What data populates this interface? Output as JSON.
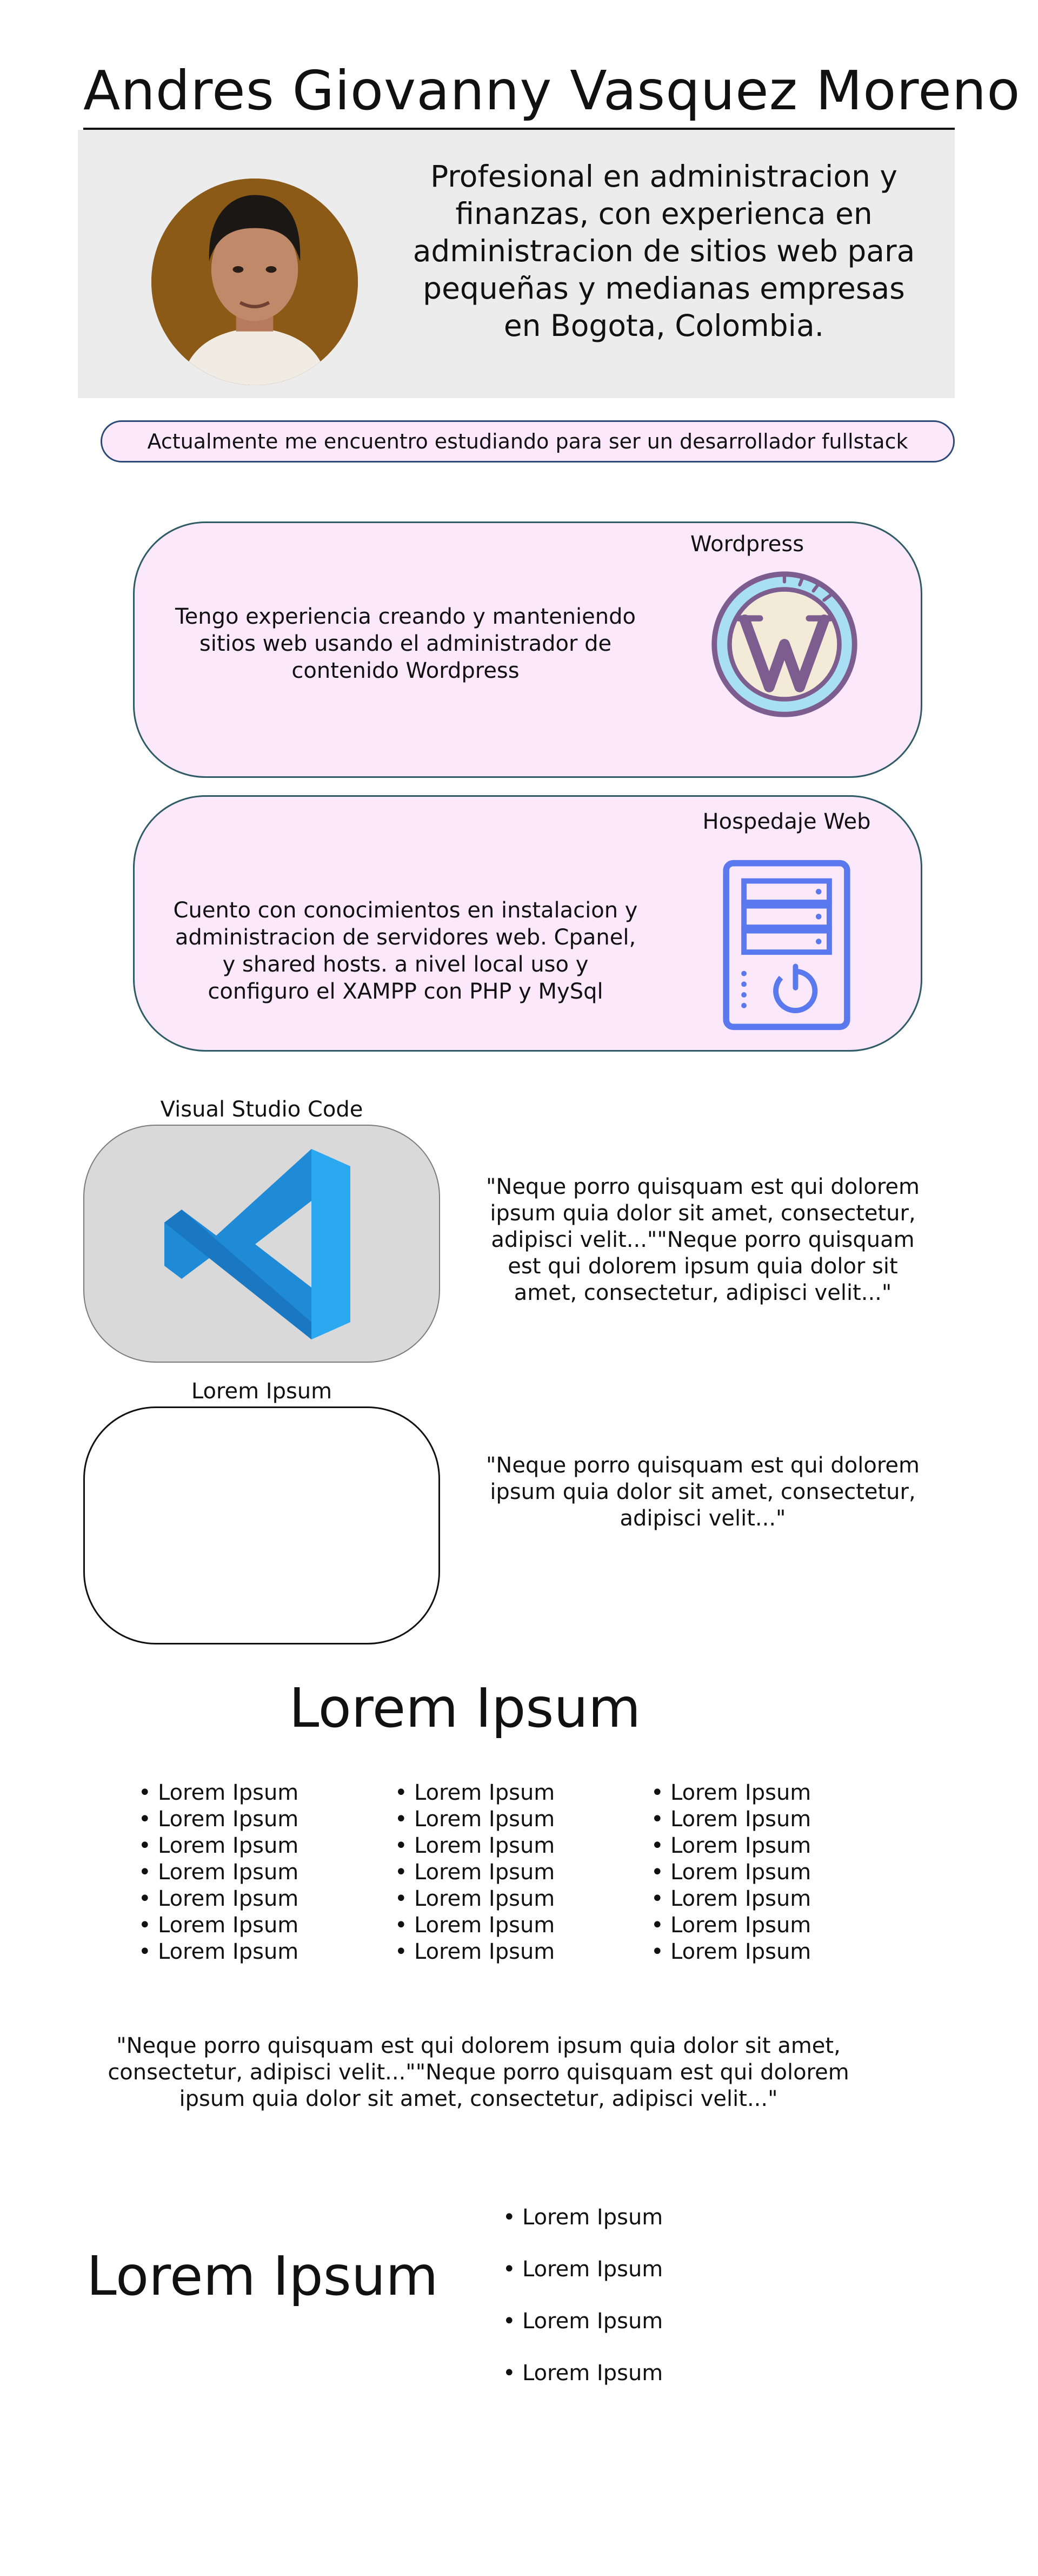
{
  "header": {
    "name": "Andres Giovanny Vasquez Moreno"
  },
  "hero": {
    "description": "Profesional en administracion y finanzas, con experienca en administracion de sitios web para pequeñas y medianas empresas en Bogota, Colombia."
  },
  "study_banner": {
    "text": "Actualmente me encuentro estudiando para ser un desarrollador fullstack"
  },
  "skills": [
    {
      "title": "Wordpress",
      "description": "Tengo experiencia creando y manteniendo sitios web usando el administrador de contenido Wordpress",
      "icon": "wordpress-icon"
    },
    {
      "title": "Hospedaje Web",
      "description": "Cuento con conocimientos en instalacion y administracion  de servidores web. Cpanel, y shared hosts.  a nivel local uso y configuro el XAMPP con PHP y MySql",
      "icon": "server-icon"
    }
  ],
  "cards": [
    {
      "title": "Visual Studio Code",
      "icon": "vscode-icon",
      "quote": "\"Neque porro quisquam est qui dolorem ipsum quia dolor sit amet, consectetur, adipisci velit...\"\"Neque porro quisquam est qui dolorem ipsum quia dolor sit amet, consectetur, adipisci velit...\""
    },
    {
      "title": "Lorem Ipsum",
      "quote": "\"Neque porro quisquam est qui dolorem ipsum quia dolor sit amet, consectetur, adipisci velit...\""
    }
  ],
  "lorem_section": {
    "heading": "Lorem Ipsum",
    "columns": [
      [
        "Lorem Ipsum",
        "Lorem Ipsum",
        "Lorem Ipsum",
        "Lorem Ipsum",
        "Lorem Ipsum",
        "Lorem Ipsum",
        "Lorem Ipsum"
      ],
      [
        "Lorem Ipsum",
        "Lorem Ipsum",
        "Lorem Ipsum",
        "Lorem Ipsum",
        "Lorem Ipsum",
        "Lorem Ipsum",
        "Lorem Ipsum"
      ],
      [
        "Lorem Ipsum",
        "Lorem Ipsum",
        "Lorem Ipsum",
        "Lorem Ipsum",
        "Lorem Ipsum",
        "Lorem Ipsum",
        "Lorem Ipsum"
      ]
    ],
    "quote": "\"Neque porro quisquam est qui dolorem ipsum quia dolor sit amet, consectetur, adipisci velit...\"\"Neque porro quisquam est qui dolorem ipsum quia dolor sit amet, consectetur, adipisci velit...\""
  },
  "bottom_section": {
    "heading": "Lorem Ipsum",
    "items": [
      "Lorem Ipsum",
      "Lorem Ipsum",
      "Lorem Ipsum",
      "Lorem Ipsum"
    ]
  },
  "colors": {
    "pink_card": "#fbe8fb",
    "card_border": "#2f5b66",
    "hero_bg": "#ececec",
    "avatar_ring": "#8a5a16",
    "server_icon": "#5b79ef",
    "vscode_blue": "#1f8ad6"
  }
}
